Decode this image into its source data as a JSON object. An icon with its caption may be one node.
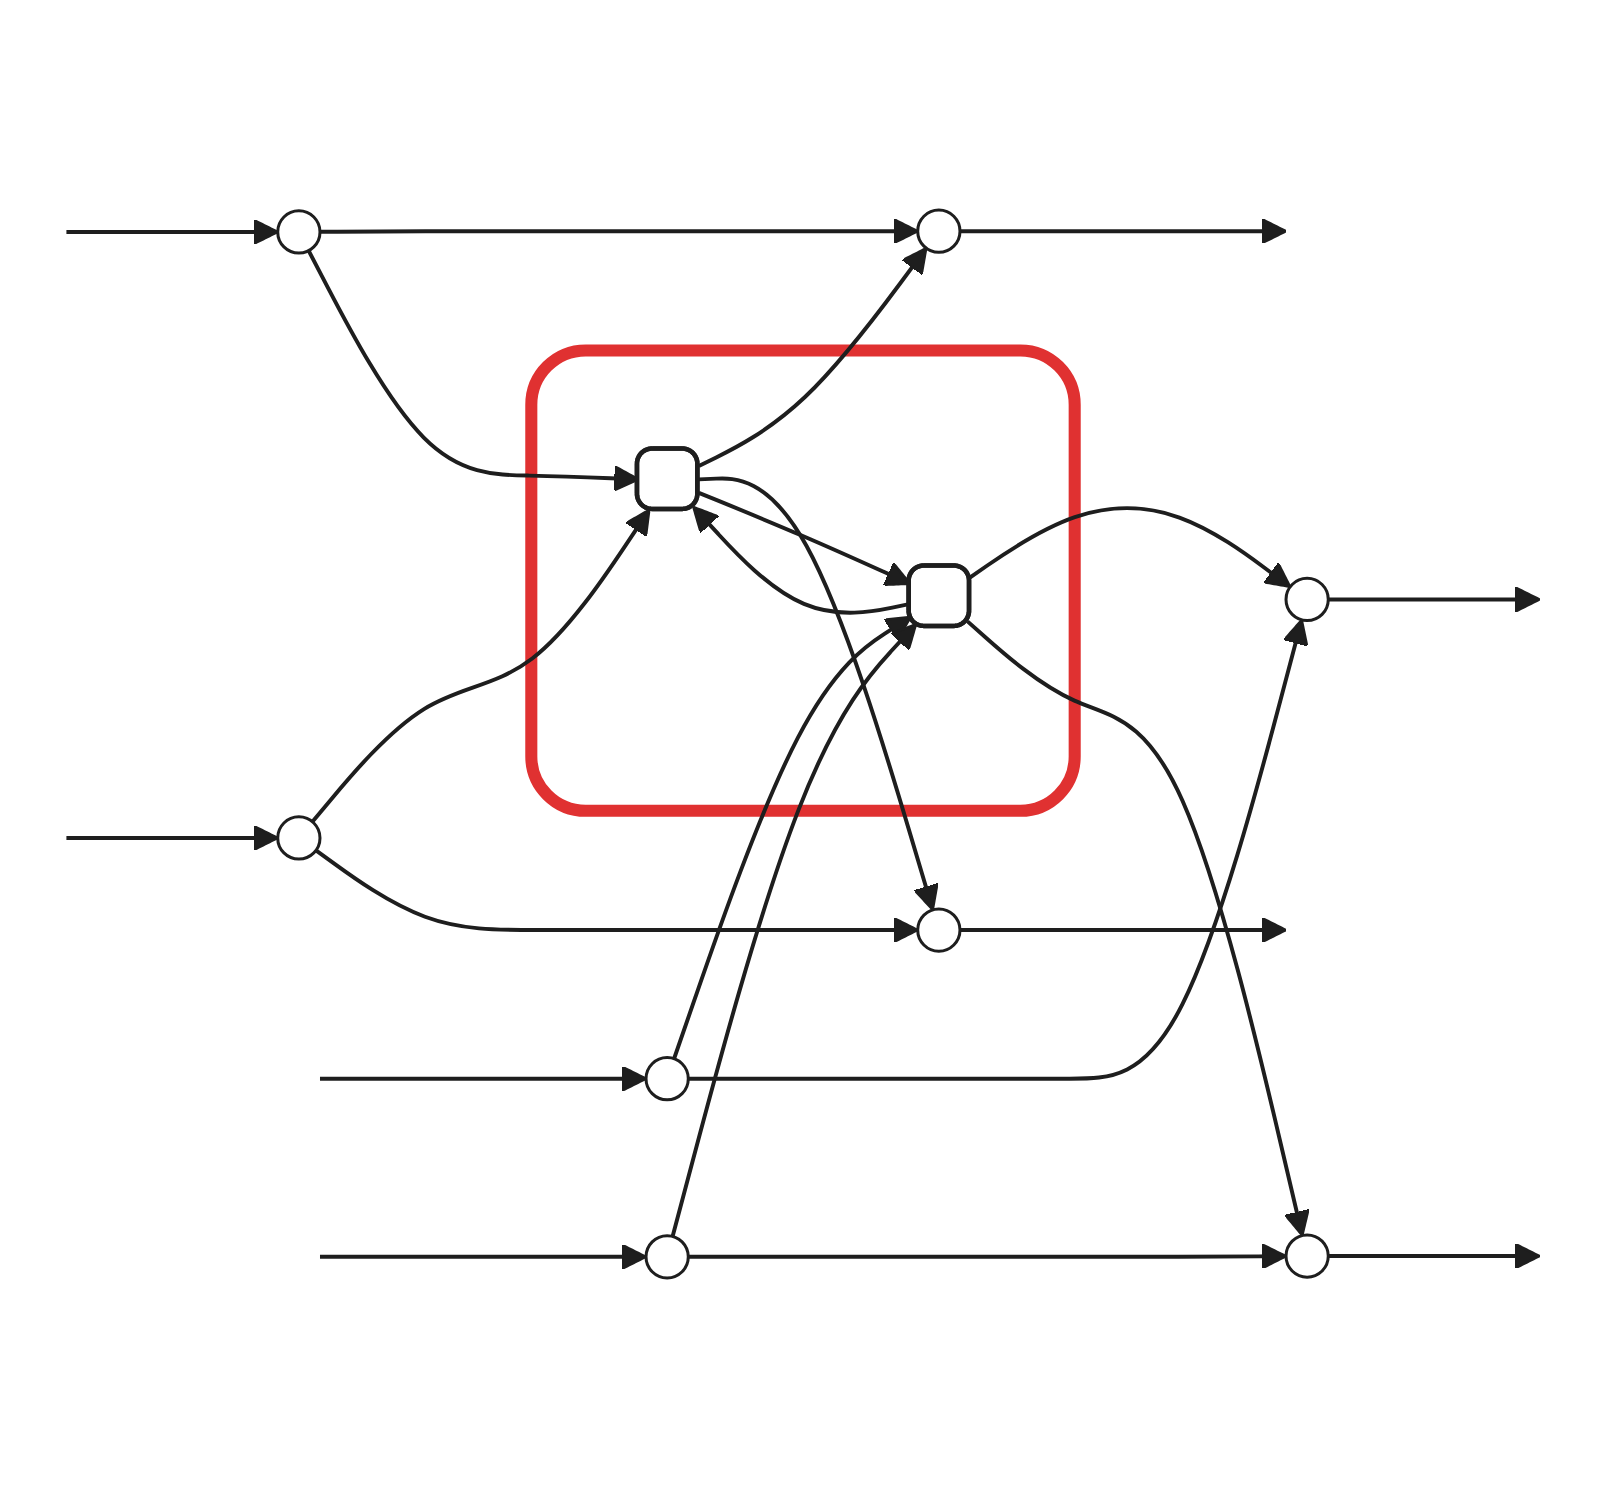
{
  "diagram": {
    "nodes": [
      {
        "text": [],
        "shape": "circle"
      },
      {
        "text": [],
        "shape": "circle"
      },
      {
        "text": [],
        "shape": "box"
      },
      {
        "text": [],
        "shape": "box",
        "in": 2
      },
      {
        "text": [],
        "shape": "circle"
      },
      {
        "text": [],
        "shape": "circle"
      },
      {
        "text": [],
        "shape": "circle"
      },
      {
        "text": [],
        "shape": "circle"
      },
      {
        "text": [],
        "shape": "box",
        "in": 2
      },
      {
        "text": [],
        "shape": "circle"
      },
      {
        "text": [],
        "shape": "circle"
      }
    ],
    "edges": [
      {
        "from": null,
        "to": 0,
        "arrow": "to"
      },
      {
        "from": 0,
        "to": 1,
        "arrow": "to"
      },
      {
        "from": 0,
        "to": 3,
        "arrow": "to"
      },
      {
        "from": 3,
        "to": 1,
        "arrow": "to"
      },
      {
        "from": 1,
        "to": null,
        "arrow": "to"
      },
      {
        "from": null,
        "to": 4,
        "arrow": "to"
      },
      {
        "from": 4,
        "to": 3,
        "arrow": "to"
      },
      {
        "from": 4,
        "to": 5,
        "arrow": "to"
      },
      {
        "from": 3,
        "to": 5,
        "arrow": "to"
      },
      {
        "from": 5,
        "to": null,
        "arrow": "to"
      },
      {
        "from": null,
        "to": 6,
        "arrow": "to"
      },
      {
        "from": 6,
        "to": 7,
        "arrow": "to"
      },
      {
        "from": 6,
        "to": 8,
        "arrow": "to"
      },
      {
        "from": 8,
        "to": 7,
        "arrow": "to"
      },
      {
        "from": 7,
        "to": null,
        "arrow": "to"
      },
      {
        "from": null,
        "to": 9,
        "arrow": "to"
      },
      {
        "from": 9,
        "to": 8,
        "arrow": "to"
      },
      {
        "from": 9,
        "to": 10,
        "arrow": "to"
      },
      {
        "from": 8,
        "to": 10,
        "arrow": "to"
      },
      {
        "from": 10,
        "to": null,
        "arrow": "to"
      },
      {
        "from": 3,
        "to": 8,
        "arrow": "to"
      },
      {
        "from": 8,
        "to": 3,
        "arrow": "to"
      }
    ]
  }
}
